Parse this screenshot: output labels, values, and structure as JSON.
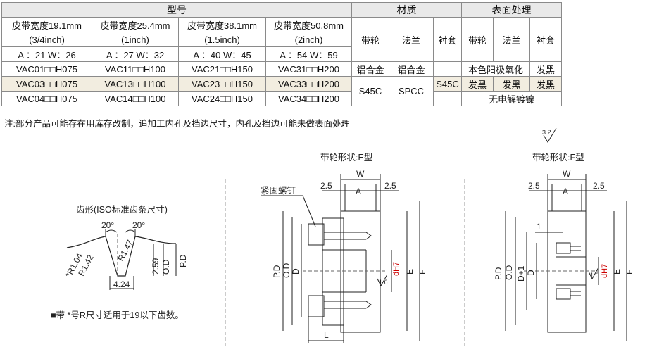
{
  "table": {
    "header_model": "型号",
    "header_material": "材质",
    "header_surface": "表面处理",
    "widths": [
      {
        "title": "皮带宽度19.1mm",
        "inch": "(3/4inch)",
        "aw": "A ：21   W：26"
      },
      {
        "title": "皮带宽度25.4mm",
        "inch": "(1inch)",
        "aw": "A ：27   W：32"
      },
      {
        "title": "皮带宽度38.1mm",
        "inch": "(1.5inch)",
        "aw": "A ：40   W：45"
      },
      {
        "title": "皮带宽度50.8mm",
        "inch": "(2inch)",
        "aw": "A ：54   W：59"
      }
    ],
    "mat_cols": [
      "带轮",
      "法兰",
      "衬套"
    ],
    "surf_cols": [
      "带轮",
      "法兰",
      "衬套"
    ],
    "rows": [
      [
        "VAC01□□H075",
        "VAC11□□H100",
        "VAC21□□H150",
        "VAC31□□H200"
      ],
      [
        "VAC03□□H075",
        "VAC13□□H100",
        "VAC23□□H150",
        "VAC33□□H200"
      ],
      [
        "VAC04□□H075",
        "VAC14□□H100",
        "VAC24□□H150",
        "VAC34□□H200"
      ]
    ],
    "r1": {
      "m_pulley": "铝合金",
      "m_flange": "铝合金",
      "m_bush": "",
      "s_merged": "本色阳极氧化",
      "s_bush": "发黑"
    },
    "r2": {
      "m_pulley": "S45C",
      "m_flange": "SPCC",
      "m_bush": "S45C",
      "s_pulley": "发黑",
      "s_flange": "发黑",
      "s_bush": "发黑"
    },
    "r3": {
      "s_merged": "无电解镀镍"
    }
  },
  "note": "注:部分产品可能存在用库存改制，追加工内孔及挡边尺寸，内孔及挡边可能未做表面处理",
  "roughness": "3.2",
  "tooth": {
    "title": "齿形(ISO标准齿条尺寸)",
    "angle1": "20°",
    "angle2": "20°",
    "r1": "*R1.04",
    "r2": "R1.42",
    "r3": "R1.47",
    "h1": "2.59",
    "od": "O.D",
    "pd": "P.D",
    "bottom": "4.24",
    "footnote": "■带 *号R尺寸适用于19以下齿数。"
  },
  "e_type": {
    "title": "带轮形状:E型",
    "screw": "紧固螺钉",
    "w": "W",
    "a": "A",
    "left": "2.5",
    "right": "2.5",
    "pd": "P.D",
    "od": "O.D",
    "d": "D",
    "e": "E",
    "f": "F",
    "bore": "dH7",
    "rough": "1.6",
    "l": "L"
  },
  "f_type": {
    "title": "带轮形状:F型",
    "w": "W",
    "a": "A",
    "left": "2.5",
    "right": "2.5",
    "one": "1",
    "pd": "P.D",
    "od": "O.D",
    "d1": "D+1",
    "d": "D",
    "e": "E",
    "f": "F",
    "bore": "dH7",
    "rough": "1.6"
  }
}
